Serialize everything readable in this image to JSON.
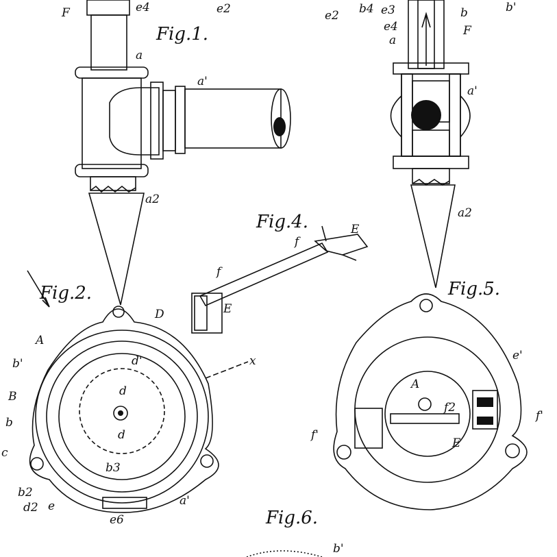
{
  "figures": {
    "fig1": "Fig.1.",
    "fig2": "Fig.2.",
    "fig4": "Fig.4.",
    "fig5": "Fig.5.",
    "fig6": "Fig.6."
  },
  "labels": {
    "f_top_left": "F",
    "e4_top": "e4",
    "e2_top": "e2",
    "e2_top_right": "e2",
    "b4_top": "b4",
    "e3_top": "e3",
    "b_top": "b",
    "b_top_right": "b'",
    "e4_right": "e4",
    "a_right": "a",
    "f_right": "F",
    "a_fig1": "a",
    "a1_fig1": "a'",
    "a2_fig1": "a2",
    "a1_fig5": "a'",
    "a2_fig5": "a2",
    "f_fig4_top": "f",
    "e_fig4_top": "E",
    "f_fig4_mid": "f",
    "e_fig4_bottom": "E",
    "d_fig2": "D",
    "x_fig2": "x",
    "a_caps_fig2": "A",
    "b1_fig2": "b'",
    "b_caps_fig2": "B",
    "b_fig2": "b",
    "c_fig2": "c",
    "b2_fig2": "b2",
    "d2_fig2": "d2",
    "e_fig2": "e",
    "e6_fig2": "e6",
    "a1_fig2": "a'",
    "b3_fig2": "b3",
    "d_center_fig2": "d",
    "d_lower_fig2": "d",
    "d1_fig2": "d'",
    "e1_fig5": "e'",
    "a_caps_fig5": "A",
    "f2_fig5": "f2",
    "f1_left_fig5": "f'",
    "f1_right_fig5": "f'",
    "e_fig5": "E",
    "b1_fig6": "b'"
  }
}
